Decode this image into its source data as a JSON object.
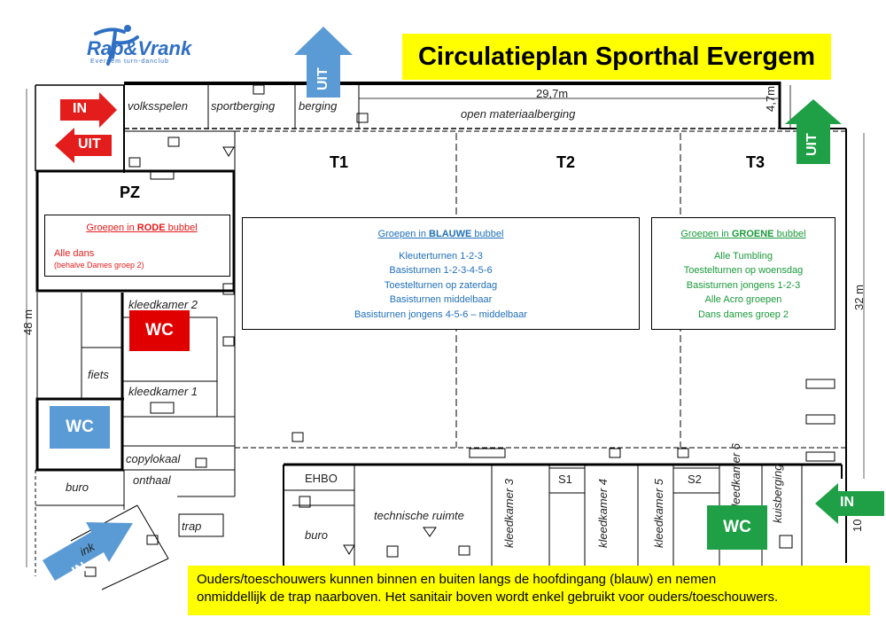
{
  "title": "Circulatieplan Sporthal Evergem",
  "logo": {
    "name": "Rap&Vrank",
    "subtitle": "Evergem turn-danclub"
  },
  "dimensions": {
    "width": "29,7m",
    "depth": "4,7m",
    "length_left": "48 m",
    "length_right": "32 m",
    "partial": "10"
  },
  "rooms": {
    "volksspelen": "volksspelen",
    "sportberging": "sportberging",
    "berging": "berging",
    "open_materiaalberging": "open materiaalberging",
    "kleedkamer2": "kleedkamer 2",
    "kleedkamer1": "kleedkamer 1",
    "fiets": "fiets",
    "copylokaal": "copylokaal",
    "onthaal": "onthaal",
    "buro1": "buro",
    "buro2": "buro",
    "trap": "trap",
    "inkom": "ink",
    "ehbo": "EHBO",
    "technische_ruimte": "technische ruimte",
    "kleedkamer3": "kleedkamer 3",
    "kleedkamer4": "kleedkamer 4",
    "kleedkamer5": "kleedkamer 5",
    "kleedkamer6": "kleedkamer 6",
    "s1": "S1",
    "s2": "S2",
    "kuisberging": "kuisberging"
  },
  "zones": {
    "pz": "PZ",
    "t1": "T1",
    "t2": "T2",
    "t3": "T3"
  },
  "arrows": {
    "in_top": "IN",
    "uit_left": "UIT",
    "uit_top": "UIT",
    "uit_right": "UIT",
    "in_right": "IN",
    "in_bottom": "IN"
  },
  "wc": {
    "red": "WC",
    "blue": "WC",
    "green": "WC"
  },
  "groups": {
    "red": {
      "head_prefix": "Groepen in ",
      "head_strong": "RODE",
      "head_suffix": " bubbel",
      "line1": "Alle dans",
      "line2": "(behalve Dames groep 2)"
    },
    "blue": {
      "head_prefix": "Groepen in ",
      "head_strong": "BLAUWE",
      "head_suffix": " bubbel",
      "items": [
        "Kleuterturnen 1-2-3",
        "Basisturnen 1-2-3-4-5-6",
        "Toestelturnen op zaterdag",
        "Basisturnen middelbaar",
        "Basisturnen jongens 4-5-6 – middelbaar"
      ]
    },
    "green": {
      "head_prefix": "Groepen in ",
      "head_strong": "GROENE",
      "head_suffix": " bubbel",
      "items": [
        "Alle Tumbling",
        "Toestelturnen op woensdag",
        "Basisturnen jongens 1-2-3",
        "Alle Acro groepen",
        "Dans dames groep 2"
      ]
    }
  },
  "colors": {
    "red": "#e31c1c",
    "blue": "#1f6fb8",
    "green": "#1a9a3a",
    "arrow_blue": "#5b9bd5",
    "arrow_green": "#1fa046",
    "wc_red": "#e00000",
    "wc_blue": "#5b9bd5",
    "wc_green": "#1fa046",
    "yellow": "#ffff00"
  },
  "note": {
    "line1": "Ouders/toeschouwers kunnen binnen en buiten langs de hoofdingang (blauw) en nemen",
    "line2": "onmiddellijk de trap naarboven. Het sanitair boven wordt enkel gebruikt voor ouders/toeschouwers."
  }
}
